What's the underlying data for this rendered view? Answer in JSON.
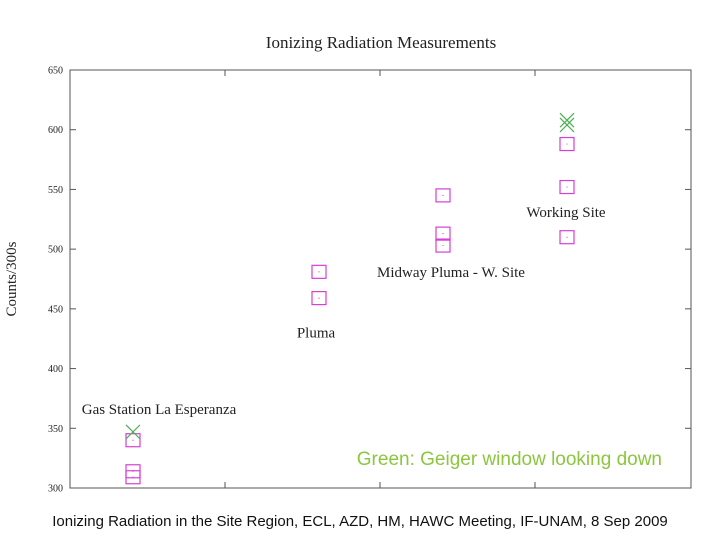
{
  "chart_data": {
    "type": "scatter",
    "title": "Ionizing Radiation Measurements",
    "xlabel": "",
    "ylabel": "Counts/300s",
    "ylim": [
      300,
      650
    ],
    "yticks": [
      "300",
      "350",
      "400",
      "450",
      "500",
      "550",
      "600",
      "650"
    ],
    "grid": false,
    "series": [
      {
        "marker": "square",
        "color": "#d63fd6",
        "points": [
          {
            "x": 1,
            "y": 340
          },
          {
            "x": 1,
            "y": 314
          },
          {
            "x": 1,
            "y": 309
          },
          {
            "x": 2,
            "y": 481
          },
          {
            "x": 2,
            "y": 459
          },
          {
            "x": 3,
            "y": 545
          },
          {
            "x": 3,
            "y": 513
          },
          {
            "x": 3,
            "y": 503
          },
          {
            "x": 4,
            "y": 588
          },
          {
            "x": 4,
            "y": 552
          },
          {
            "x": 4,
            "y": 510
          }
        ]
      },
      {
        "marker": "x",
        "color": "#4caf50",
        "points": [
          {
            "x": 1,
            "y": 347
          },
          {
            "x": 4,
            "y": 608
          },
          {
            "x": 4,
            "y": 604
          }
        ]
      }
    ],
    "annotations": [
      {
        "text": "Gas Station La Esperanza",
        "x": 1,
        "y": 366
      },
      {
        "text": "Pluma",
        "x": 2,
        "y": 430
      },
      {
        "text": "Midway Pluma - W. Site",
        "x": 3,
        "y": 481
      },
      {
        "text": "Working Site",
        "x": 4,
        "y": 531
      }
    ],
    "legend_note": {
      "text": "Green:  Geiger window looking down",
      "color": "#8cc63f"
    }
  },
  "footer": {
    "caption": "Ionizing Radiation in the Site Region, ECL, AZD, HM, HAWC Meeting, IF-UNAM, 8 Sep 2009"
  }
}
